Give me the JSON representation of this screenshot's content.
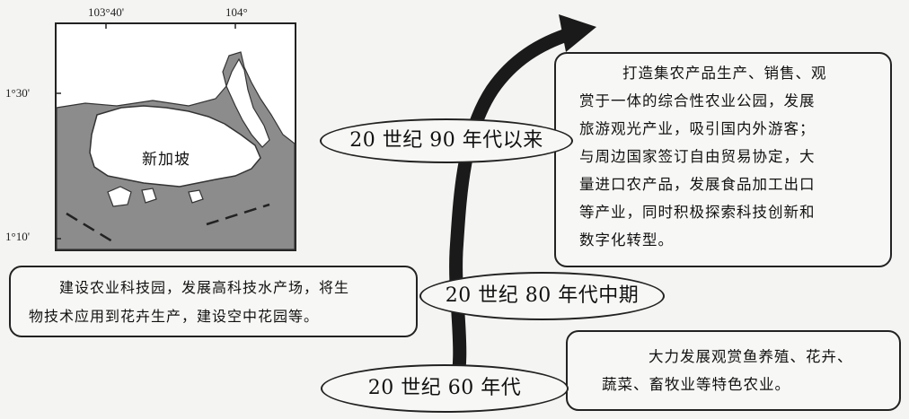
{
  "map": {
    "lon_labels": [
      "103°40'",
      "104°"
    ],
    "lat_labels": [
      "1°30'",
      "1°10'"
    ],
    "place_label": "新加坡"
  },
  "stages": [
    {
      "era": "20 世纪 60 年代",
      "measures": [
        "大力发展观赏鱼养殖、花卉、",
        "蔬菜、畜牧业等特色农业。"
      ]
    },
    {
      "era": "20 世纪 80 年代中期",
      "measures": [
        "建设农业科技园，发展高科技水产场，将生",
        "物技术应用到花卉生产，建设空中花园等。"
      ]
    },
    {
      "era": "20 世纪 90 年代以来",
      "measures": [
        "打造集农产品生产、销售、观",
        "赏于一体的综合性农业公园，发展",
        "旅游观光产业，吸引国内外游客；",
        "与周边国家签订自由贸易协定，大",
        "量进口农产品，发展食品加工出口",
        "等产业，同时积极探索科技创新和",
        "数字化转型。"
      ]
    }
  ]
}
